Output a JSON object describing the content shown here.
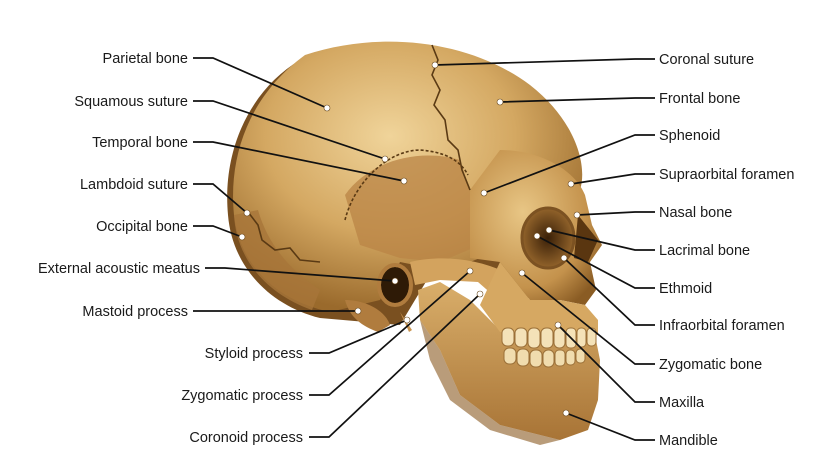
{
  "labels": {
    "parietal_bone": "Parietal bone",
    "squamous_suture": "Squamous suture",
    "temporal_bone": "Temporal bone",
    "lambdoid_suture": "Lambdoid suture",
    "occipital_bone": "Occipital bone",
    "external_acoustic_meatus": "External acoustic meatus",
    "mastoid_process": "Mastoid process",
    "styloid_process": "Styloid process",
    "zygomatic_process": "Zygomatic process",
    "coronoid_process": "Coronoid process",
    "coronal_suture": "Coronal suture",
    "frontal_bone": "Frontal bone",
    "sphenoid": "Sphenoid",
    "supraorbital_foramen": "Supraorbital foramen",
    "nasal_bone": "Nasal bone",
    "lacrimal_bone": "Lacrimal bone",
    "ethmoid": "Ethmoid",
    "infraorbital_foramen": "Infraorbital foramen",
    "zygomatic_bone": "Zygomatic bone",
    "maxilla": "Maxilla",
    "mandible": "Mandible"
  },
  "colors": {
    "bone_light": "#e9c98d",
    "bone_mid": "#c99a52",
    "bone_dark": "#8a5f26",
    "shadow": "#4a2e10",
    "line": "#111111"
  }
}
